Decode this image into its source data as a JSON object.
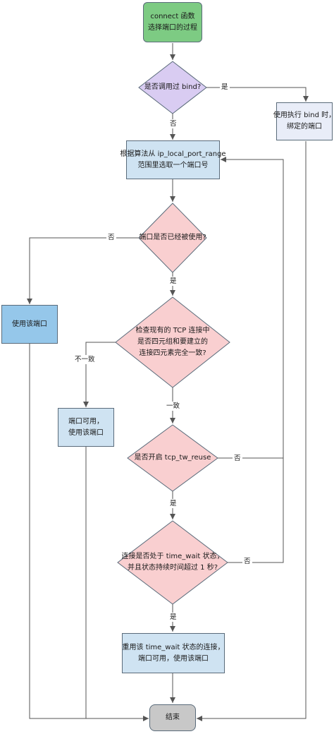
{
  "nodes": {
    "start": {
      "line1": "connect 函数",
      "line2": "选择端口的过程"
    },
    "bind_check": {
      "text": "是否调用过 bind?"
    },
    "bind_use": {
      "line1": "使用执行 bind 时，",
      "line2": "绑定的端口"
    },
    "select_port": {
      "line1": "根据算法从 ip_local_port_range",
      "line2": "范围里选取一个端口号"
    },
    "port_used": {
      "text": "端口是否已经被使用?"
    },
    "use_port": {
      "text": "使用该端口"
    },
    "check_tcp": {
      "line1": "检查现有的 TCP 连接中",
      "line2": "是否四元组和要建立的",
      "line3": "连接四元素完全一致?"
    },
    "port_available": {
      "line1": "端口可用，",
      "line2": "使用该端口"
    },
    "tw_reuse": {
      "text": "是否开启 tcp_tw_reuse"
    },
    "time_wait": {
      "line1": "连接是否处于 time_wait 状态，",
      "line2": "并且状态持续时间超过 1 秒?"
    },
    "reuse_conn": {
      "line1": "重用该 time_wait 状态的连接，",
      "line2": "端口可用，使用该端口"
    },
    "end": {
      "text": "结束"
    }
  },
  "labels": {
    "bind_yes": "是",
    "bind_no": "否",
    "used_no": "否",
    "used_yes": "是",
    "not_match": "不一致",
    "match": "一致",
    "reuse_no": "否",
    "reuse_yes": "是",
    "tw_no": "否",
    "tw_yes": "是"
  },
  "colors": {
    "start": "#7dcb83",
    "decision_bind": "#d9ccf2",
    "decision_other": "#f9cfd0",
    "process": "#cfe3f2",
    "process_dark": "#95c7ea",
    "process_light": "#e9edf8",
    "end": "#c8c8c8",
    "line": "#555555"
  }
}
